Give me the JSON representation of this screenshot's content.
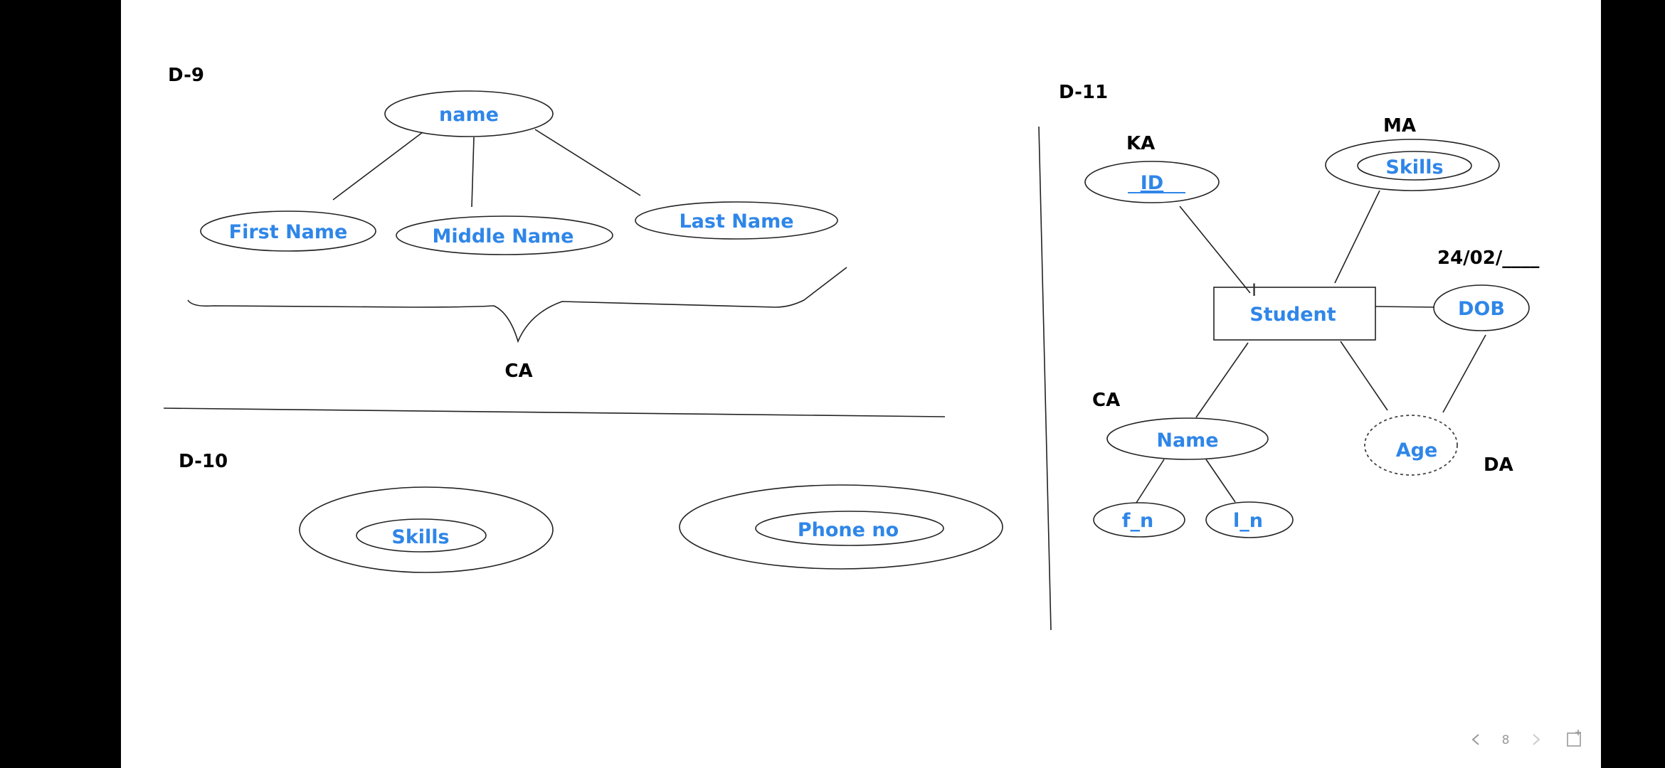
{
  "sections": {
    "d9": {
      "title": "D-9",
      "parent": "name",
      "children": [
        "First Name",
        "Middle Name",
        "Last Name"
      ],
      "brace_label": "CA"
    },
    "d10": {
      "title": "D-10",
      "items": [
        "Skills",
        "Phone no"
      ]
    },
    "d11": {
      "title": "D-11",
      "entity": "Student",
      "key_attr": "ID",
      "multi_attr": "Skills",
      "dob": "DOB",
      "composite": "Name",
      "composite_parts": [
        "f_n",
        "l_n"
      ],
      "derived": "Age",
      "labels": {
        "ka": "KA",
        "ma": "MA",
        "ca": "CA",
        "da": "DA",
        "date": "24/02/____"
      }
    }
  },
  "nav": {
    "page": "8"
  }
}
